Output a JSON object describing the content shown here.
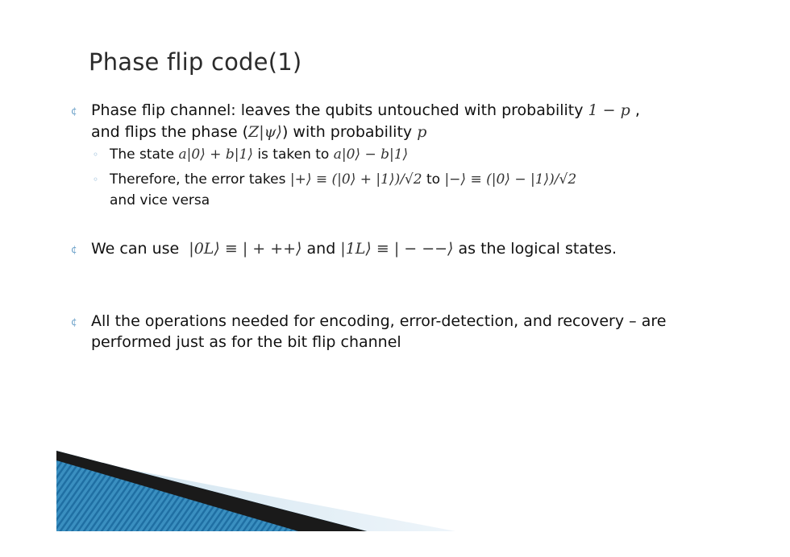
{
  "title": "Phase flip code(1)",
  "bullet1": {
    "line1_prefix": "Phase flip channel: leaves the qubits untouched with probability ",
    "line1_math": "1 − p",
    "line1_suffix": " ,",
    "line2_prefix": "and flips the phase (",
    "line2_math": "Z|ψ⟩",
    "line2_mid": ") with probability ",
    "line2_math2": "p"
  },
  "sub1": {
    "prefix": "The state ",
    "math1": "a|0⟩ + b|1⟩",
    "mid": " is taken to ",
    "math2": "a|0⟩ − b|1⟩"
  },
  "sub2": {
    "prefix": "Therefore, the error takes ",
    "math1": "|+⟩ ≡ (|0⟩ + |1⟩)/√2",
    "mid": " to ",
    "math2": "|−⟩ ≡ (|0⟩ − |1⟩)/√2",
    "line2": "and vice versa"
  },
  "bullet2": {
    "prefix": "We can use ",
    "math1": "|0L⟩ ≡ | + ++⟩",
    "mid": " and ",
    "math2": "|1L⟩ ≡ | − −−⟩",
    "suffix": " as the logical states."
  },
  "bullet3": {
    "line1": "All the operations needed for encoding, error-detection, and recovery – are",
    "line2": "performed just as for the bit flip channel"
  },
  "bullet_glyph": "¢",
  "sub_glyph": "◦",
  "colors": {
    "accent": "#6aa0c8",
    "title": "#2b2b2b",
    "decor_dark": "#1a1a1a",
    "decor_blue": "#3a8fc0"
  }
}
